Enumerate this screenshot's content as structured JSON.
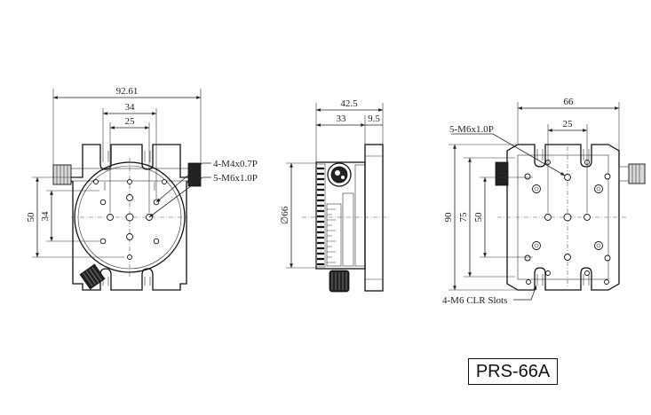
{
  "model": "PRS-66A",
  "front_view": {
    "dims": {
      "overall_width": "92.61",
      "hole_spacing_34": "34",
      "hole_spacing_25": "25",
      "height_50": "50",
      "height_34": "34"
    },
    "callouts": {
      "thread_a": "4-M4x0.7P",
      "thread_b": "5-M6x1.0P"
    }
  },
  "side_view": {
    "dims": {
      "overall_depth": "42.5",
      "body_depth": "33",
      "plate_thickness": "9.5",
      "diameter": "∅66"
    }
  },
  "top_view": {
    "dims": {
      "overall_width": "66",
      "hole_spacing_25": "25",
      "overall_height": "90",
      "height_75": "75",
      "height_50": "50"
    },
    "callouts": {
      "thread": "5-M6x1.0P",
      "slots": "4-M6 CLR Slots"
    }
  }
}
